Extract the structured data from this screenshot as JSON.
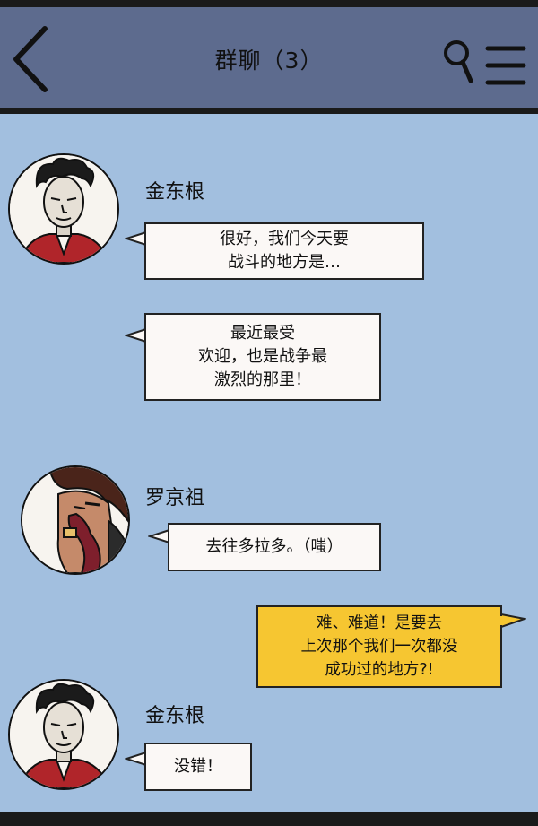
{
  "header": {
    "title": "群聊（3）",
    "icons": [
      "back-arrow-icon",
      "search-icon",
      "menu-icon"
    ]
  },
  "messages": [
    {
      "sender": "金东根",
      "text": "很好，我们今天要\n战斗的地方是…"
    },
    {
      "sender": "金东根",
      "text": "最近最受\n欢迎，也是战争最\n激烈的那里！"
    },
    {
      "sender": "罗京祖",
      "text": "去往多拉多。（嗤）"
    },
    {
      "sender": "me",
      "text": "难、难道！是要去\n上次那个我们一次都没\n成功过的地方?!"
    },
    {
      "sender": "金东根",
      "text": "没错！"
    }
  ],
  "colors": {
    "header_bg": "#5d6b8e",
    "chat_bg": "#a2bfdf",
    "bubble_bg": "#fbf8f6",
    "own_bubble_bg": "#f6c631"
  }
}
